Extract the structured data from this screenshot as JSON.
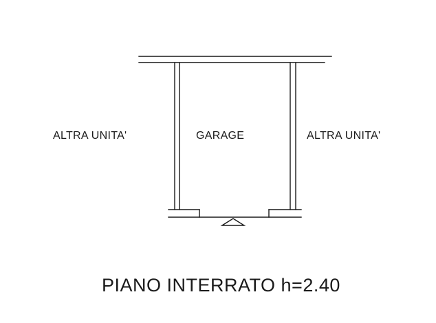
{
  "floor_plan": {
    "rooms": {
      "left": "ALTRA UNITA'",
      "center": "GARAGE",
      "right": "ALTRA UNITA'"
    },
    "caption": "PIANO INTERRATO h=2.40"
  },
  "colors": {
    "line": "#1a1a1a",
    "background": "#ffffff"
  }
}
